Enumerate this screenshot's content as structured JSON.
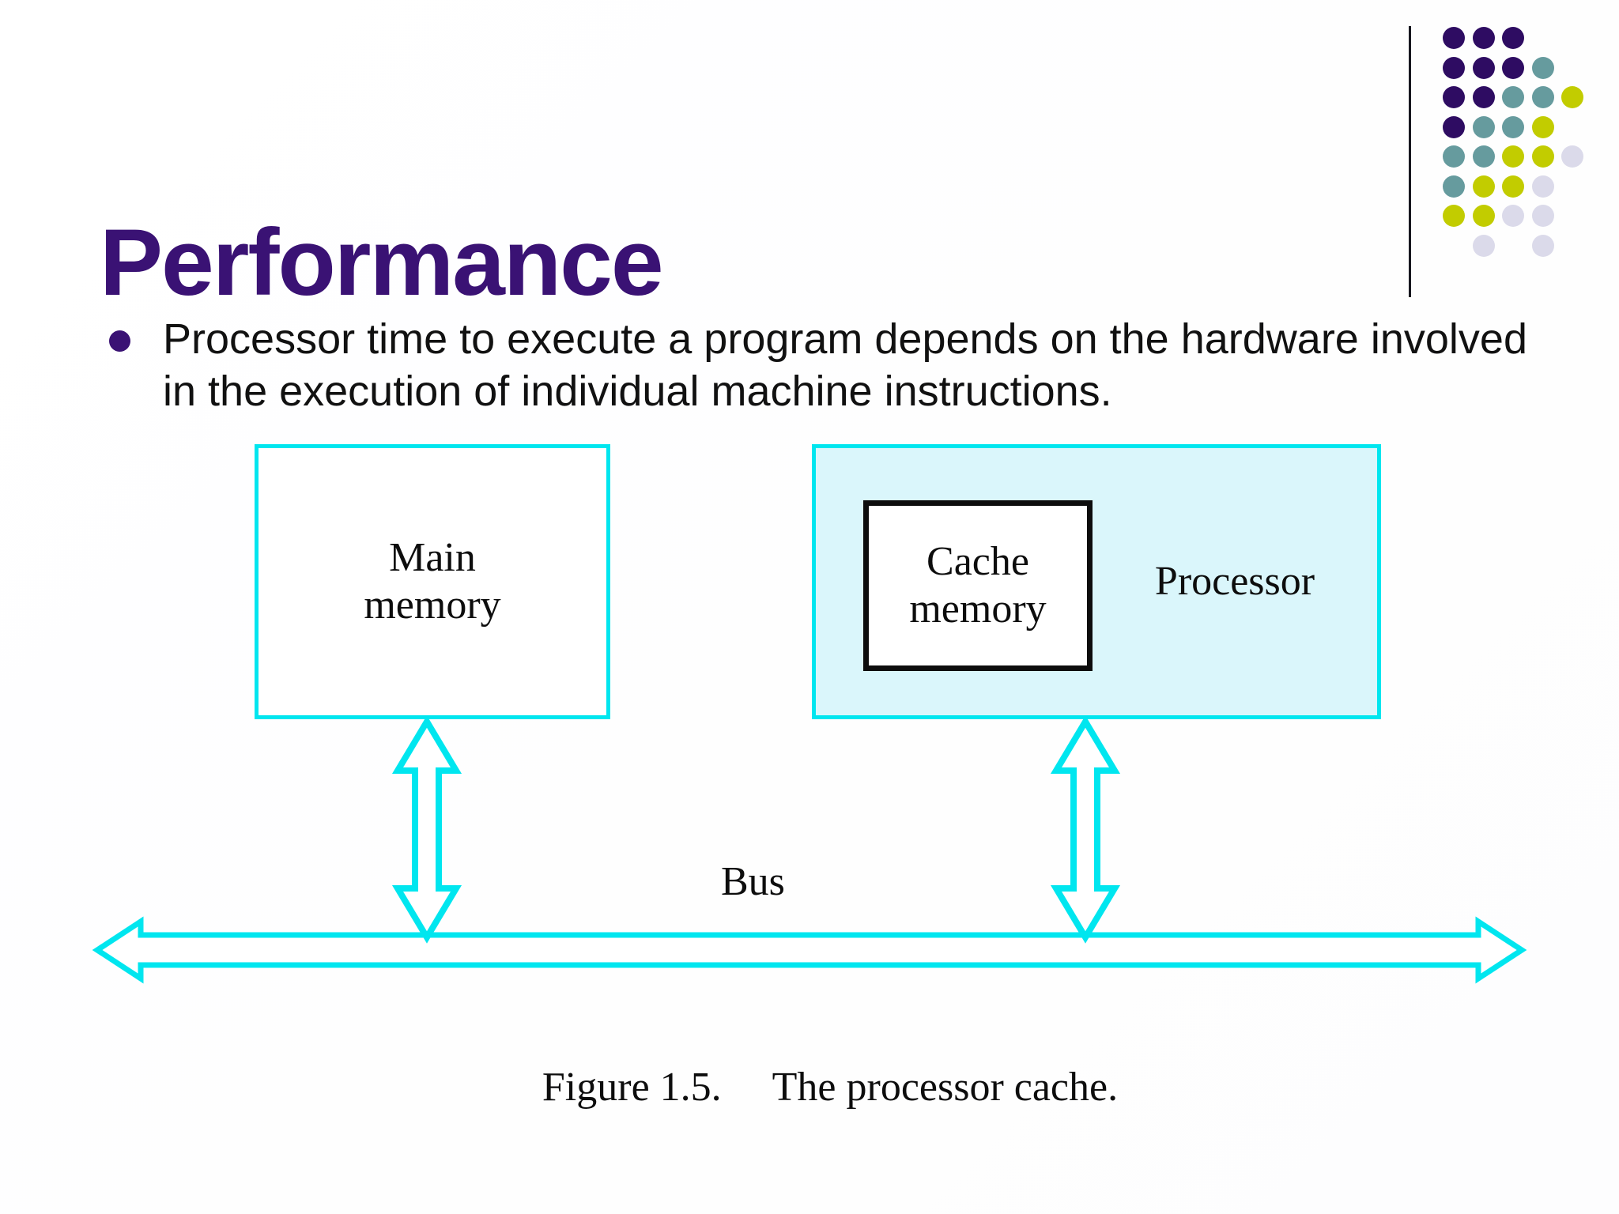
{
  "slide": {
    "title": "Performance",
    "bullets": [
      {
        "text": "Processor time to execute a program depends on the hardware involved in the execution of individual machine instructions."
      }
    ],
    "diagram": {
      "main_memory_label": "Main\nmemory",
      "cache_memory_label": "Cache\nmemory",
      "processor_label": "Processor",
      "bus_label": "Bus",
      "caption_figure": "Figure 1.5.",
      "caption_text": "The processor cache."
    }
  },
  "colors": {
    "accent_cyan": "#00E6EF",
    "processor_fill": "#DAF6FB",
    "title_purple": "#3A1274",
    "text_black": "#111111",
    "line_black": "#17171F",
    "dot_purple": "#2E0C62",
    "dot_teal": "#669B9E",
    "dot_olive": "#C2CC00",
    "dot_lavender": "#DBDAEA"
  },
  "decor": {
    "dot_grid": [
      [
        "purple",
        "purple",
        "purple",
        null,
        null
      ],
      [
        "purple",
        "purple",
        "purple",
        "teal",
        null
      ],
      [
        "purple",
        "purple",
        "teal",
        "teal",
        "olive"
      ],
      [
        "purple",
        "teal",
        "teal",
        "olive",
        null
      ],
      [
        "teal",
        "teal",
        "olive",
        "olive",
        "lavender"
      ],
      [
        "teal",
        "olive",
        "olive",
        "lavender",
        null
      ],
      [
        "olive",
        "olive",
        "lavender",
        "lavender",
        null
      ],
      [
        null,
        "lavender",
        null,
        "lavender",
        null
      ]
    ]
  }
}
